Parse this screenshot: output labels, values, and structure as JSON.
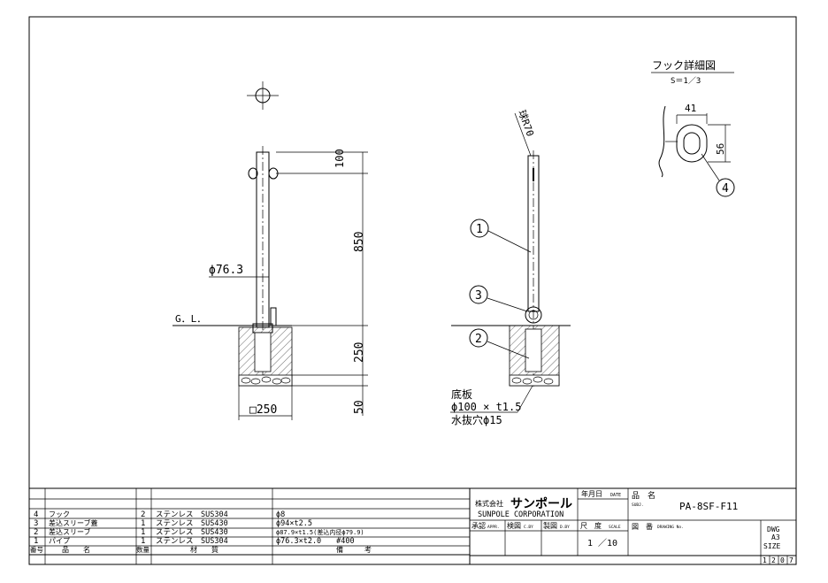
{
  "drawing": {
    "left_view": {
      "dim_top": "100",
      "dim_height": "850",
      "dim_embed": "250",
      "dim_base": "50",
      "dim_diameter": "ϕ76.3",
      "dim_footing": "□250",
      "ground_label": "G．L．"
    },
    "right_view": {
      "top_radius": "球R70",
      "callout_1": "1",
      "callout_2": "2",
      "callout_3": "3",
      "base_note_title": "底板",
      "base_note_size": "ϕ100 × t1.5",
      "base_note_hole": "水抜穴ϕ15"
    },
    "hook_detail": {
      "title": "フック詳細図",
      "scale": "S＝1／3",
      "width": "41",
      "height": "56",
      "callout_4": "4"
    }
  },
  "parts_table": {
    "rows": [
      {
        "no": "4",
        "name": "フック",
        "qty": "2",
        "material": "ステンレス　SUS304",
        "remark": "ϕ8"
      },
      {
        "no": "3",
        "name": "差込スリーブ蓋",
        "qty": "1",
        "material": "ステンレス　SUS430",
        "remark": "ϕ94×t2.5"
      },
      {
        "no": "2",
        "name": "差込スリーブ",
        "qty": "1",
        "material": "ステンレス　SUS430",
        "remark": "ϕ87.9×t1.5(差込内径ϕ79.9)"
      },
      {
        "no": "1",
        "name": "パイプ",
        "qty": "1",
        "material": "ステンレス　SUS304",
        "remark": "ϕ76.3×t2.0　　#400"
      }
    ],
    "header": {
      "no": "番号",
      "name": "品　　名",
      "qty": "数量",
      "material": "材　　質",
      "remark": "備　　　考"
    }
  },
  "title_block": {
    "company_jp_prefix": "株式会社",
    "company_jp": "サンポール",
    "company_en": "SUNPOLE CORPORATION",
    "date_label": "年月日",
    "date_label_en": "DATE",
    "approved": "承認",
    "approved_en": "APPR.",
    "checked": "検図",
    "checked_en": "C.BY",
    "drawn": "製図",
    "drawn_en": "D.BY",
    "scale_label": "尺　度",
    "scale_label_en": "SCALE",
    "scale_value": "1 ／10",
    "subject_label": "品　名",
    "subject_label_en": "SUBJ.",
    "subject_value": "PA-8SF-F11",
    "drawing_no_label": "図　番",
    "drawing_no_label_en": "DRAWING No.",
    "dwg_label": "DWG",
    "size_value": "A3",
    "size_label": "SIZE",
    "sheet_digits": [
      "1",
      "2",
      "0",
      "7"
    ]
  }
}
